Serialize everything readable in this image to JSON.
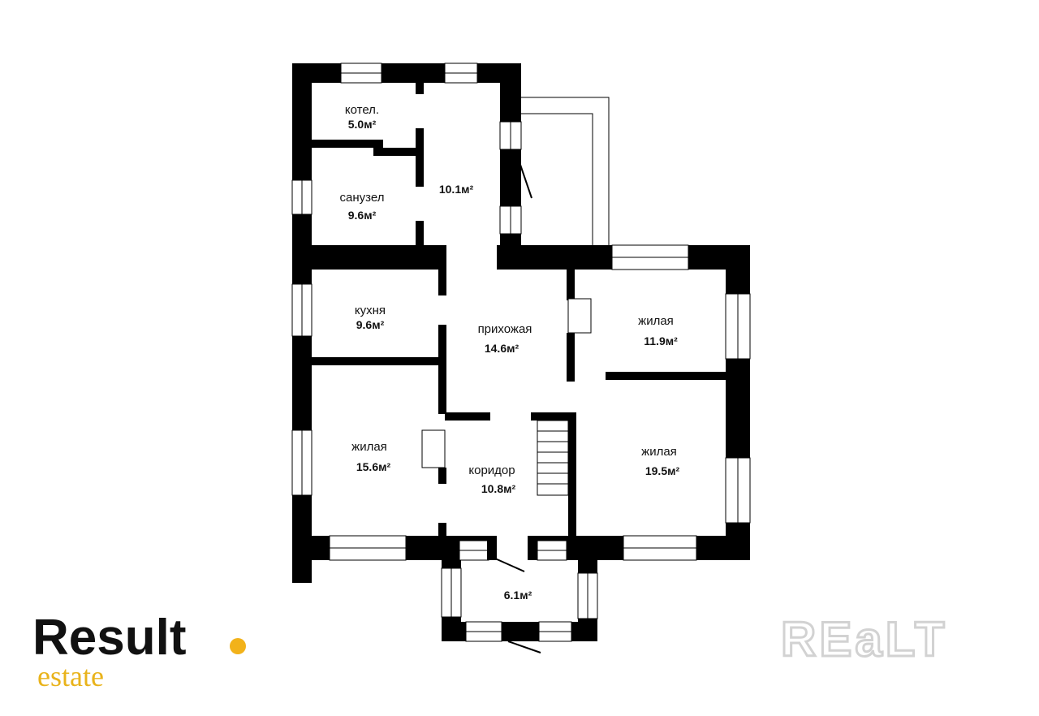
{
  "rooms": {
    "boiler": {
      "name": "котел.",
      "area": "5.0м²"
    },
    "vestibule": {
      "name": "",
      "area": "10.1м²"
    },
    "bathroom": {
      "name": "санузел",
      "area": "9.6м²"
    },
    "kitchen": {
      "name": "кухня",
      "area": "9.6м²"
    },
    "hall": {
      "name": "прихожая",
      "area": "14.6м²"
    },
    "living_ne": {
      "name": "жилая",
      "area": "11.9м²"
    },
    "living_w": {
      "name": "жилая",
      "area": "15.6м²"
    },
    "corridor": {
      "name": "коридор",
      "area": "10.8м²"
    },
    "living_se": {
      "name": "жилая",
      "area": "19.5м²"
    },
    "porch": {
      "name": "",
      "area": "6.1м²"
    }
  },
  "logo": {
    "word": "Result",
    "sub": "estate",
    "dot_color": "#f2b21a"
  },
  "watermark": {
    "text": "REaLT"
  }
}
